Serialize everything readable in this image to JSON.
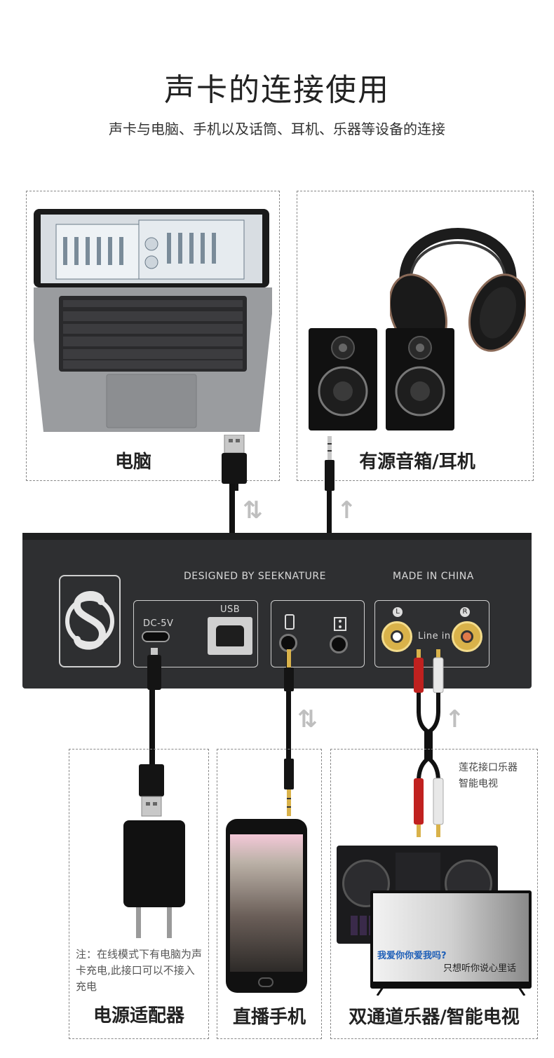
{
  "header": {
    "title": "声卡的连接使用",
    "subtitle": "声卡与电脑、手机以及话筒、耳机、乐器等设备的连接"
  },
  "devices": {
    "computer": {
      "label": "电脑"
    },
    "speakers": {
      "label": "有源音箱/耳机"
    },
    "power": {
      "label": "电源适配器",
      "note": "注：在线模式下有电脑为声卡充电,此接口可以不接入充电"
    },
    "phone": {
      "label": "直播手机"
    },
    "instrument": {
      "label": "双通道乐器/智能电视",
      "note": "莲花接口乐器\n智能电视"
    }
  },
  "soundcard": {
    "designed_by": "DESIGNED BY SEEKNATURE",
    "made_in": "MADE IN CHINA",
    "usb_label": "USB",
    "dc_label": "DC-5V",
    "line_in_label": "Line in",
    "left_label": "L",
    "right_label": "R"
  },
  "tv": {
    "lyric1": "我爱你你爱我吗?",
    "lyric2": "只想听你说心里话"
  },
  "colors": {
    "panel": "#2e2f31",
    "rca_red": "#c0211f",
    "rca_white": "#e8e8e8",
    "gold": "#d9b24a"
  }
}
